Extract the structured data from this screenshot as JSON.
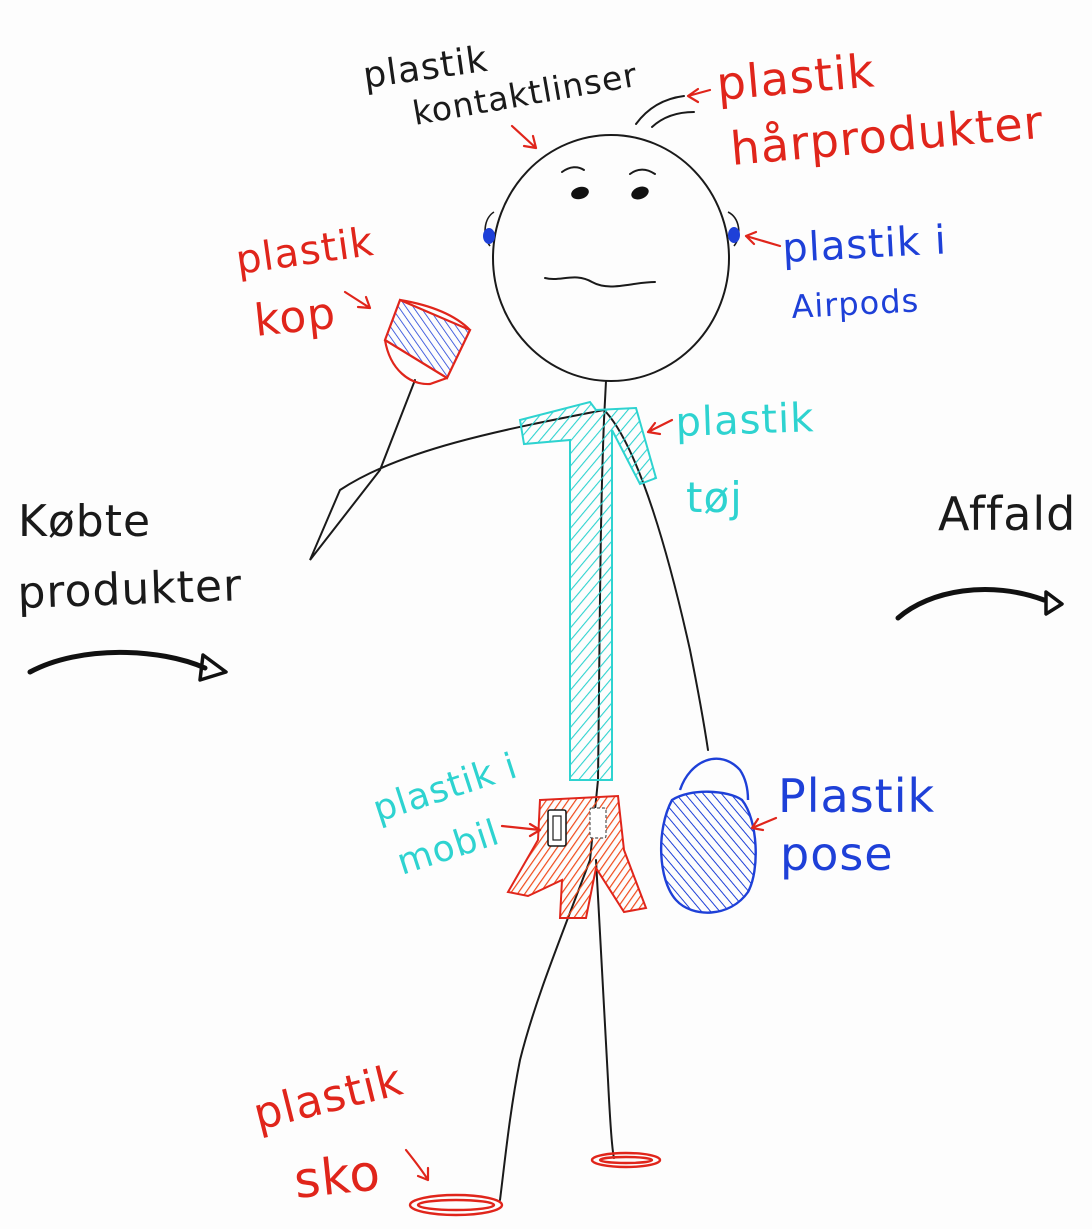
{
  "colors": {
    "ink": "#1a1a1a",
    "red": "#e0251b",
    "blue": "#1e40d8",
    "cyan": "#2ed3d0",
    "orange": "#f04a1a"
  },
  "labels": {
    "contacts": [
      "plastik",
      "kontaktlinser"
    ],
    "hair": [
      "plastik",
      "hårprodukter"
    ],
    "airpods": [
      "plastik i",
      "Airpods"
    ],
    "cup": [
      "plastik",
      "kop"
    ],
    "clothes": [
      "plastik",
      "tøj"
    ],
    "phone": [
      "plastik i",
      "mobil"
    ],
    "bag": [
      "Plastik",
      "pose"
    ],
    "shoes": [
      "plastik",
      "sko"
    ],
    "bought": [
      "Købte",
      "produkter"
    ],
    "waste": [
      "Affald"
    ]
  }
}
